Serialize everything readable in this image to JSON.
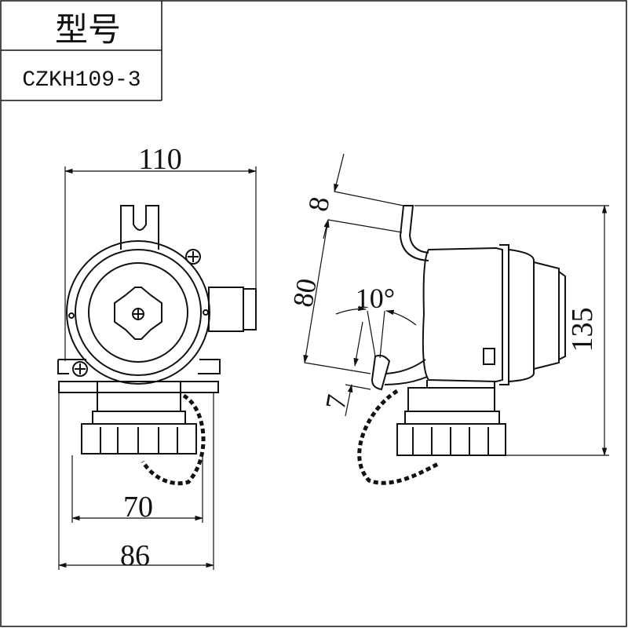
{
  "table": {
    "header": "型号",
    "model": "CZKH109-3"
  },
  "dimensions": {
    "width_top": "110",
    "width_mid": "70",
    "width_bottom": "86",
    "height": "135",
    "side_a": "80",
    "side_b": "8",
    "side_c": "7",
    "angle": "10°"
  },
  "colors": {
    "line": "#111111"
  }
}
